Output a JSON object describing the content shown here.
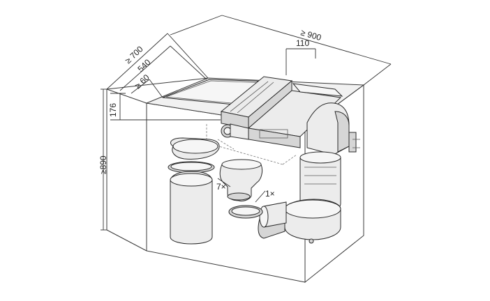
{
  "dimensions": {
    "width_total": "≥ 900",
    "offset_110": "110",
    "depth_700": "≥ 700",
    "depth_540": "540",
    "depth_60": "≥ 60",
    "height_176": "176",
    "height_890": "≥890"
  },
  "quantities": {
    "ring_qty": "7×",
    "sleeve_qty": "1×"
  }
}
